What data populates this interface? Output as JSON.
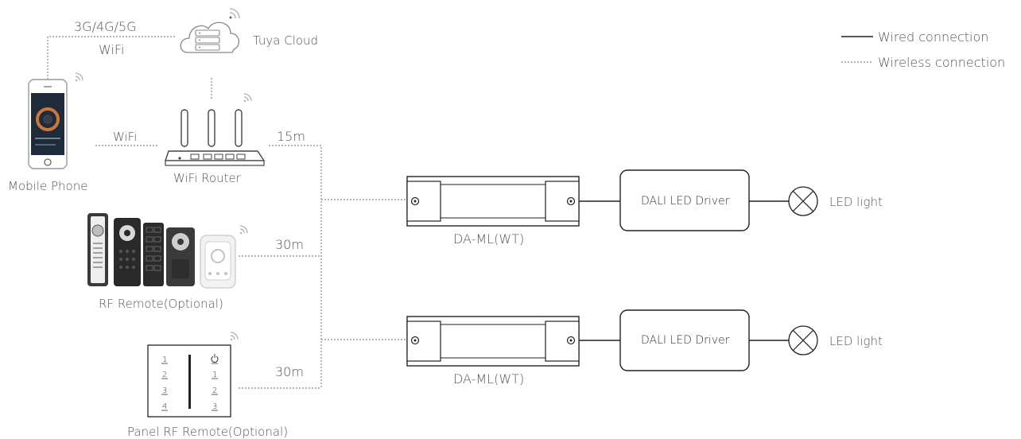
{
  "legend": {
    "wired_label": "Wired connection",
    "wireless_label": "Wireless connection"
  },
  "cloud": {
    "label": "Tuya Cloud",
    "network_label": "3G/4G/5G",
    "wifi_label": "WiFi"
  },
  "phone": {
    "label": "Mobile Phone"
  },
  "router": {
    "label": "WiFi Router",
    "wifi_label": "WiFi",
    "distance": "15m"
  },
  "rf_remote": {
    "label": "RF Remote(Optional)",
    "distance": "30m"
  },
  "panel_remote": {
    "label": "Panel RF Remote(Optional)",
    "distance": "30m",
    "left_keys": [
      "1",
      "2",
      "3",
      "4"
    ],
    "right_keys": [
      "1",
      "2",
      "3"
    ]
  },
  "controllers": [
    {
      "label": "DA-ML(WT)",
      "driver_label": "DALI LED Driver",
      "light_label": "LED light"
    },
    {
      "label": "DA-ML(WT)",
      "driver_label": "DALI LED Driver",
      "light_label": "LED light"
    }
  ]
}
